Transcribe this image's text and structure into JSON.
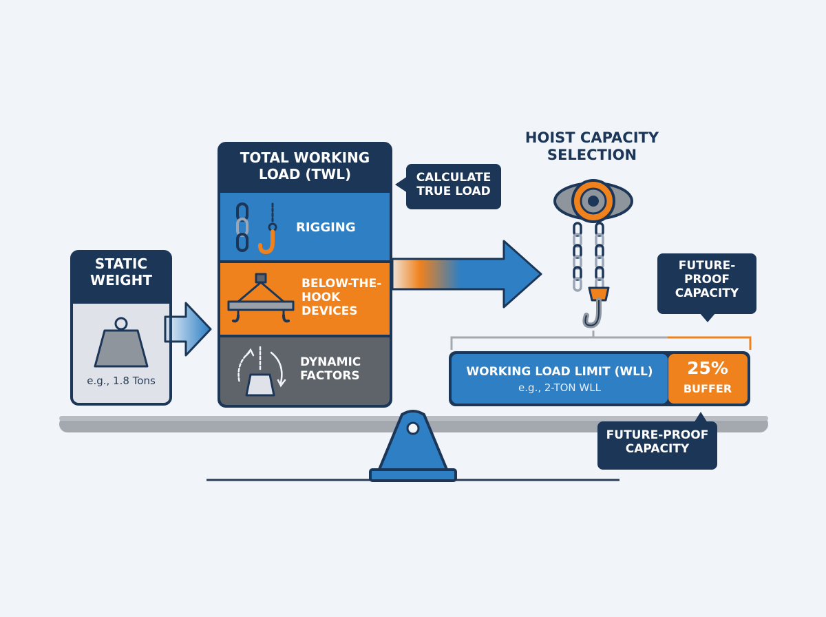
{
  "static_weight": {
    "title": "STATIC\nWEIGHT",
    "example": "e.g., 1.8 Tons"
  },
  "twl": {
    "title": "TOTAL WORKING\nLOAD (TWL)",
    "rows": [
      {
        "label": "RIGGING"
      },
      {
        "label": "BELOW-THE-\nHOOK\nDEVICES"
      },
      {
        "label": "DYNAMIC\nFACTORS"
      }
    ]
  },
  "callout_true_load": "CALCULATE\nTRUE LOAD",
  "hoist_title": "HOIST CAPACITY\nSELECTION",
  "callout_future_top": "FUTURE-\nPROOF\nCAPACITY",
  "callout_future_bottom": "FUTURE-PROOF\nCAPACITY",
  "wll": {
    "title": "WORKING LOAD LIMIT (WLL)",
    "example": "e.g., 2-TON WLL",
    "buffer_pct": "25%",
    "buffer_label": "BUFFER",
    "buffer_fraction": 0.25
  },
  "colors": {
    "navy": "#1c3658",
    "blue": "#2e7fc4",
    "orange": "#f0821e",
    "gray_row": "#5f646b",
    "beam": "#a4a9b0",
    "panel_light": "#dfe3e9",
    "background": "#f1f5fa"
  },
  "icons": [
    "chain-hook-icon",
    "spreader-beam-icon",
    "dynamic-load-icon",
    "weight-icon",
    "chain-hoist-icon",
    "fulcrum-icon"
  ]
}
